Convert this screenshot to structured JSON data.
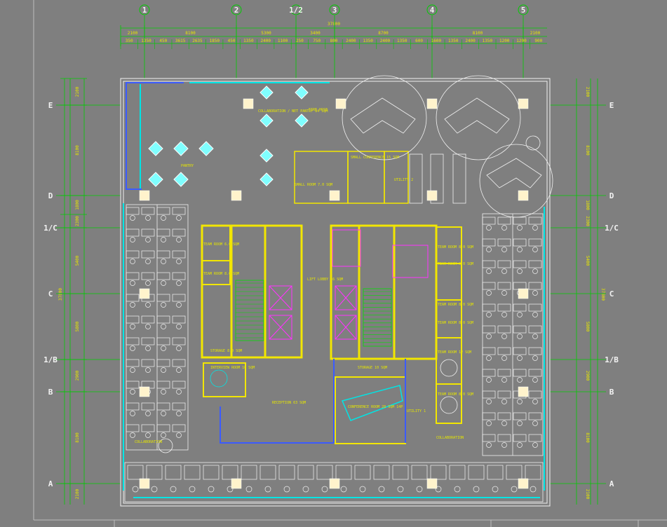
{
  "drawing": {
    "axes_columns": [
      "1",
      "2",
      "1/2",
      "3",
      "4",
      "5"
    ],
    "axes_rows": [
      "E",
      "D",
      "1/C",
      "C",
      "1/B",
      "B",
      "A"
    ],
    "top_total": "37800",
    "top_segments": [
      "2100",
      "8100",
      "5300",
      "3400",
      "8700",
      "8100",
      "2100"
    ],
    "top_detail": [
      "350",
      "1350",
      "450",
      "3615",
      "2635",
      "1850",
      "450",
      "1350",
      "2400",
      "1100",
      "250",
      "750",
      "800",
      "2400",
      "1350",
      "2400",
      "1350",
      "600",
      "1600",
      "1350",
      "2400",
      "1350",
      "1200",
      "1200",
      "900"
    ],
    "left_total": "37800",
    "left_segments": [
      "2100",
      "8100",
      "1800",
      "2300",
      "5400",
      "5800",
      "2900",
      "8100",
      "2100"
    ],
    "right_total": "37800",
    "rooms": {
      "pantry": "PANTRY",
      "collab_pantry": "COLLABORATION / NET PANTRY 84 SQM",
      "fire": "FIRE HOSE",
      "small_room": "SMALL ROOM 7.0 SQM",
      "small_conf": "SMALL CONFERENCE 15 SQM",
      "utility2": "UTILITY 2",
      "team_room_a": "TEAM ROOM 6.0 SQM",
      "team_room_b": "TEAM ROOM 8.0 SQM",
      "team_room_c": "TEAM ROOM 8.0 SQM",
      "team_room_d": "TEAM ROOM 6.0 SQM",
      "team_room_e": "TEAM ROOM 8.0 SQM",
      "team_room_f": "TEAM ROOM 8.0 SQM",
      "team_room_g": "TEAM ROOM 12 SQM",
      "team_room_h": "TEAM ROOM 8.0 SQM",
      "lift_lobby": "LIFT LOBBY 36 SQM",
      "storage_l": "STORAGE 8.0 SQM",
      "interview": "INTERVIEW ROOM 10 SQM",
      "reception": "RECEPTION 63 SQM",
      "storage_r": "STORAGE 10 SQM",
      "conference": "CONFERENCE ROOM 28 SQM 14P",
      "utility1": "UTILITY 1",
      "collab_l": "COLLABORATION",
      "collab_r": "COLLABORATION"
    }
  }
}
